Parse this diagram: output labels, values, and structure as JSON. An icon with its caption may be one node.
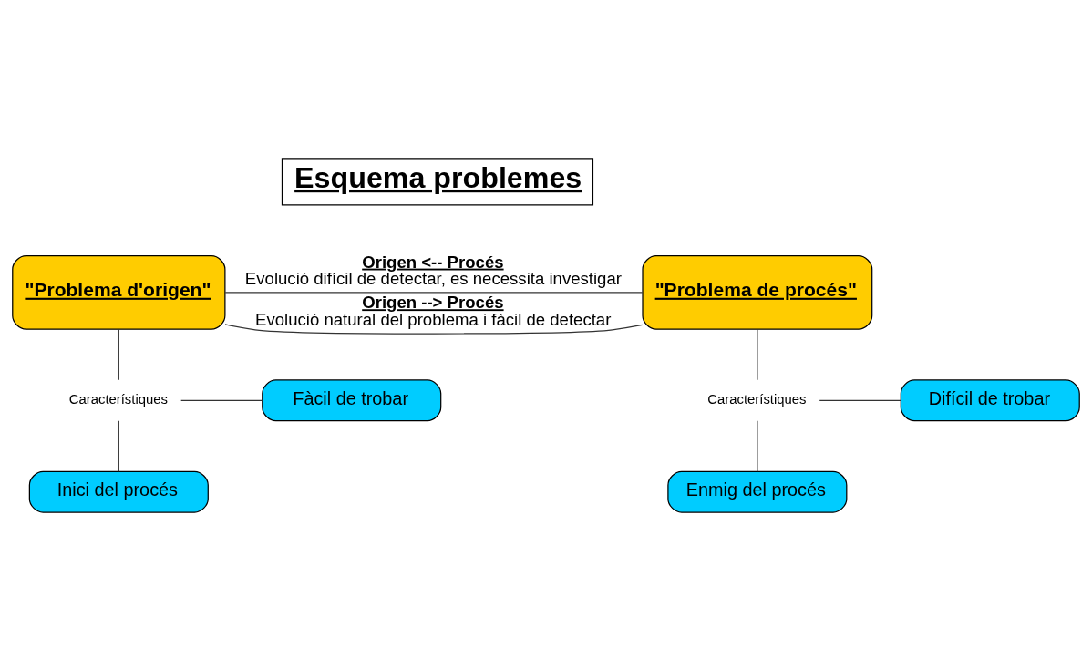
{
  "diagram": {
    "nodes": [
      {
        "text": [
          "Esquema problemes"
        ]
      },
      {
        "text": [
          "\"Problema d'origen\""
        ]
      },
      {
        "text": [
          "\"Problema de procés\""
        ]
      },
      {
        "text": [
          "Característiques"
        ]
      },
      {
        "text": [
          "Fàcil de trobar"
        ]
      },
      {
        "text": [
          "Inici del procés"
        ]
      },
      {
        "text": [
          "Difícil de trobar"
        ]
      },
      {
        "text": [
          "Característiques"
        ]
      },
      {
        "text": [
          "Enmig del procés"
        ]
      }
    ],
    "edges": [
      {
        "from": 1,
        "to": 2,
        "arrow": "none",
        "label": [
          "Origen --> Procés",
          "Evolució natural del problema i fàcil de detectar"
        ]
      },
      {
        "from": 1,
        "to": 2,
        "arrow": "none",
        "label": [
          "Origen <-- Procés",
          "Evolució difícil de detectar, es necessita investigar"
        ]
      },
      {
        "from": 1,
        "to": 3,
        "arrow": "none"
      },
      {
        "from": 3,
        "to": 4,
        "arrow": "none"
      },
      {
        "from": 3,
        "to": 5,
        "arrow": "none"
      },
      {
        "from": 2,
        "to": 7,
        "arrow": "none"
      },
      {
        "from": 7,
        "to": 6,
        "arrow": "none"
      },
      {
        "from": 7,
        "to": 8,
        "arrow": "none"
      }
    ]
  }
}
